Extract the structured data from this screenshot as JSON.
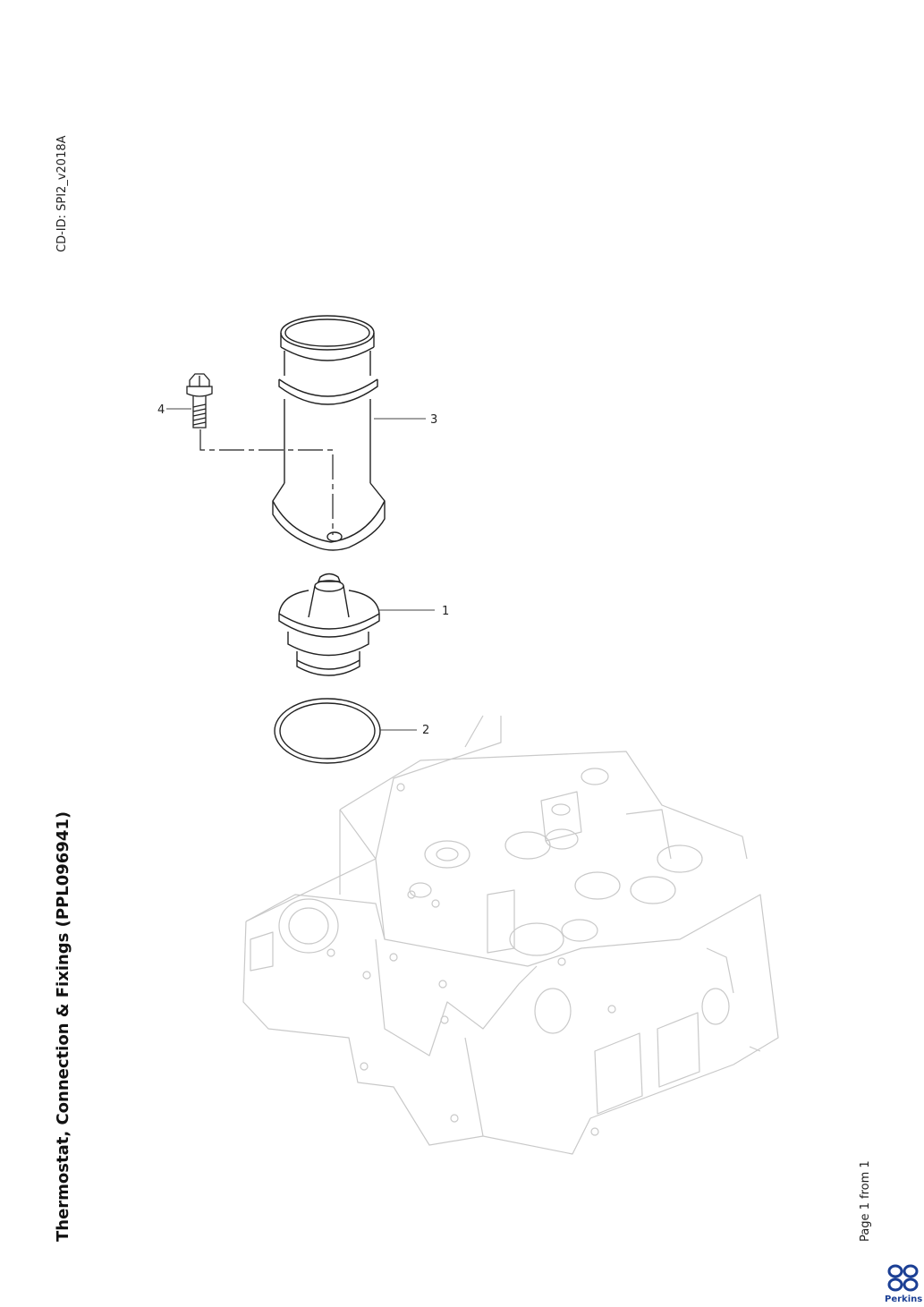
{
  "document": {
    "cd_id": "CD-ID: SPI2_v2018A",
    "title": "Thermostat, Connection & Fixings (PPL096941)",
    "page_info": "Page 1 from 1"
  },
  "callouts": {
    "c1": "1",
    "c2": "2",
    "c3": "3",
    "c4": "4"
  },
  "brand": {
    "name": "Perkins",
    "color": "#1b3f94"
  }
}
